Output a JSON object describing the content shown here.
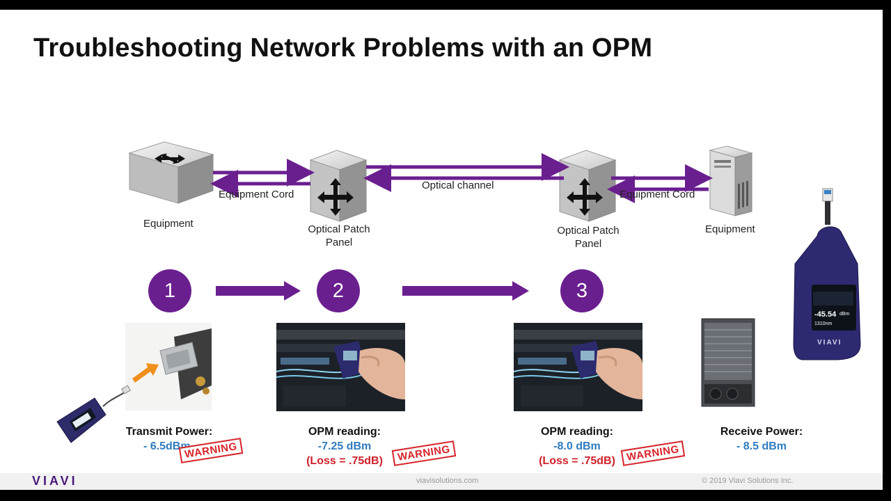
{
  "slide": {
    "title": "Troubleshooting Network Problems with an OPM"
  },
  "diagram": {
    "left_equipment_label": "Equipment",
    "right_equipment_label": "Equipment",
    "left_cord_label": "Equipment Cord",
    "right_cord_label": "Equipment Cord",
    "optical_channel_label": "Optical channel",
    "left_panel_label": [
      "Optical Patch",
      "Panel"
    ],
    "right_panel_label": [
      "Optical Patch",
      "Panel"
    ],
    "arrow_color": "#6a1f8f"
  },
  "steps": [
    "1",
    "2",
    "3"
  ],
  "readings": {
    "transmit": {
      "label": "Transmit Power:",
      "value": "- 6.5dBm"
    },
    "opm1": {
      "label": "OPM reading:",
      "value": "-7.25 dBm",
      "loss": "(Loss = .75dB)"
    },
    "opm2": {
      "label": "OPM reading:",
      "value": "-8.0 dBm",
      "loss": "(Loss = .75dB)"
    },
    "receive": {
      "label": "Receive Power:",
      "value": "- 8.5 dBm"
    },
    "warning": "WARNING"
  },
  "device": {
    "display_value": "-45.54",
    "display_unit": "dBm",
    "display_wavelength": "1310nm",
    "brand": "VIAVI"
  },
  "footer": {
    "logo": "VIAVI",
    "url": "viavisolutions.com",
    "copyright": "© 2019 Viavi Solutions Inc."
  }
}
